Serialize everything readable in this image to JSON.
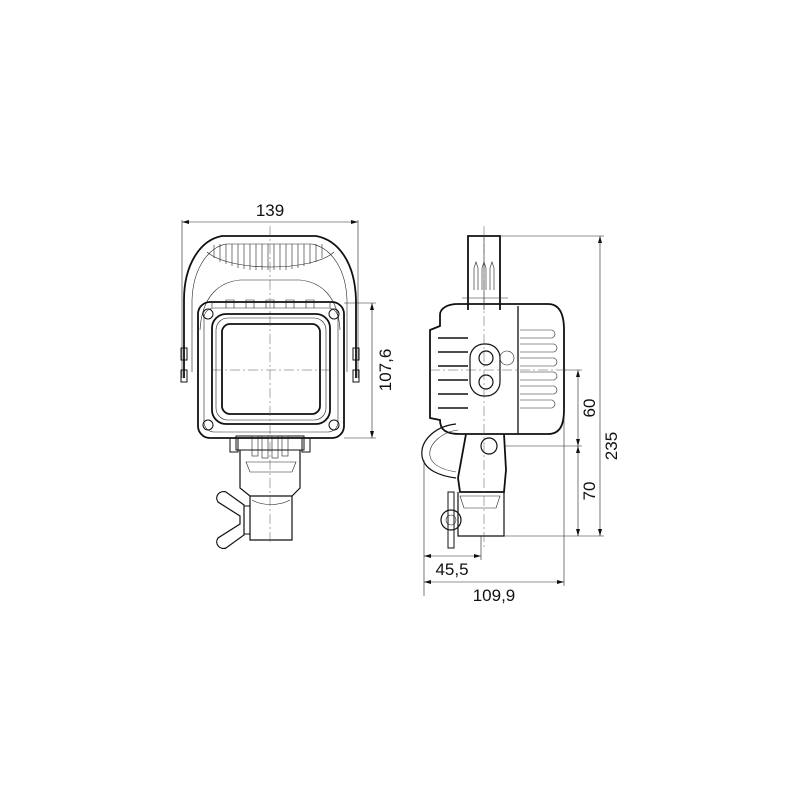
{
  "drawing": {
    "title": "Work lamp dimension drawing",
    "units": "mm",
    "views": [
      {
        "name": "front-view"
      },
      {
        "name": "side-view"
      }
    ]
  },
  "dimensions": {
    "width_front": "139",
    "height_lens": "107,6",
    "upper_to_pivot": "60",
    "pivot_to_base": "70",
    "total_height": "235",
    "base_depth": "45,5",
    "total_depth": "109,9"
  },
  "colors": {
    "line": "#111111",
    "background": "#ffffff"
  }
}
